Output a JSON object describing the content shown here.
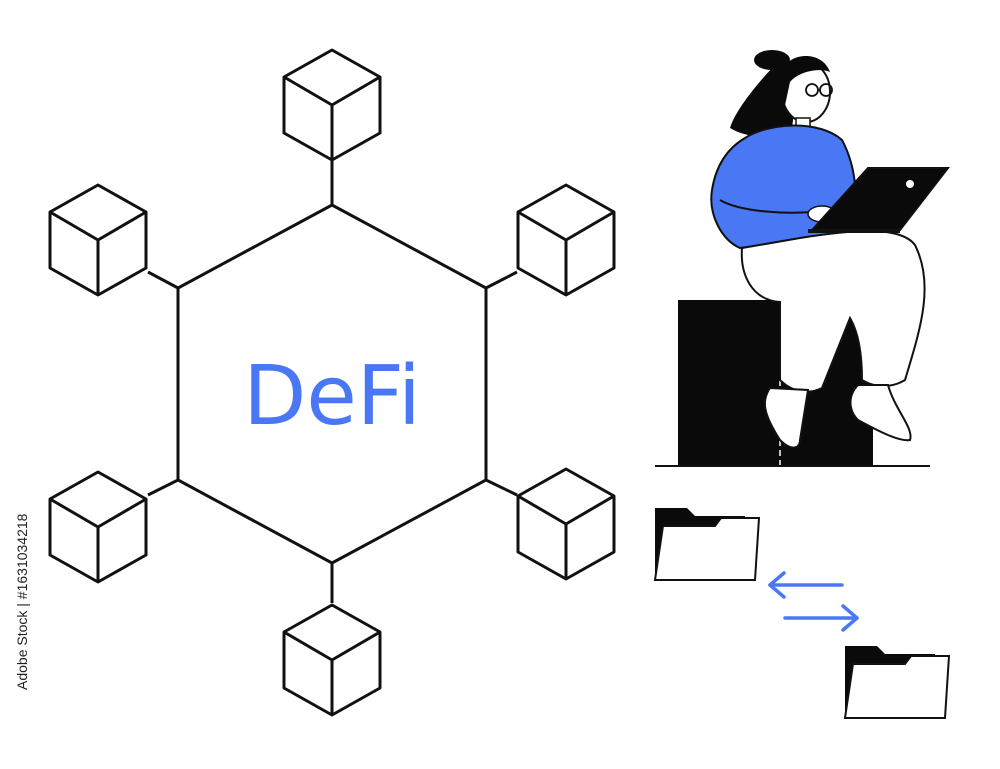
{
  "title": "DeFi",
  "watermark_text": "Adobe Stock",
  "stock_id": "Adobe Stock | #1631034218",
  "colors": {
    "accent": "#4a78f5",
    "ink": "#111111",
    "paper": "#ffffff"
  },
  "icons": [
    "cube-icon",
    "folder-icon",
    "left-arrow-icon",
    "right-arrow-icon",
    "laptop-icon",
    "person-illustration"
  ]
}
